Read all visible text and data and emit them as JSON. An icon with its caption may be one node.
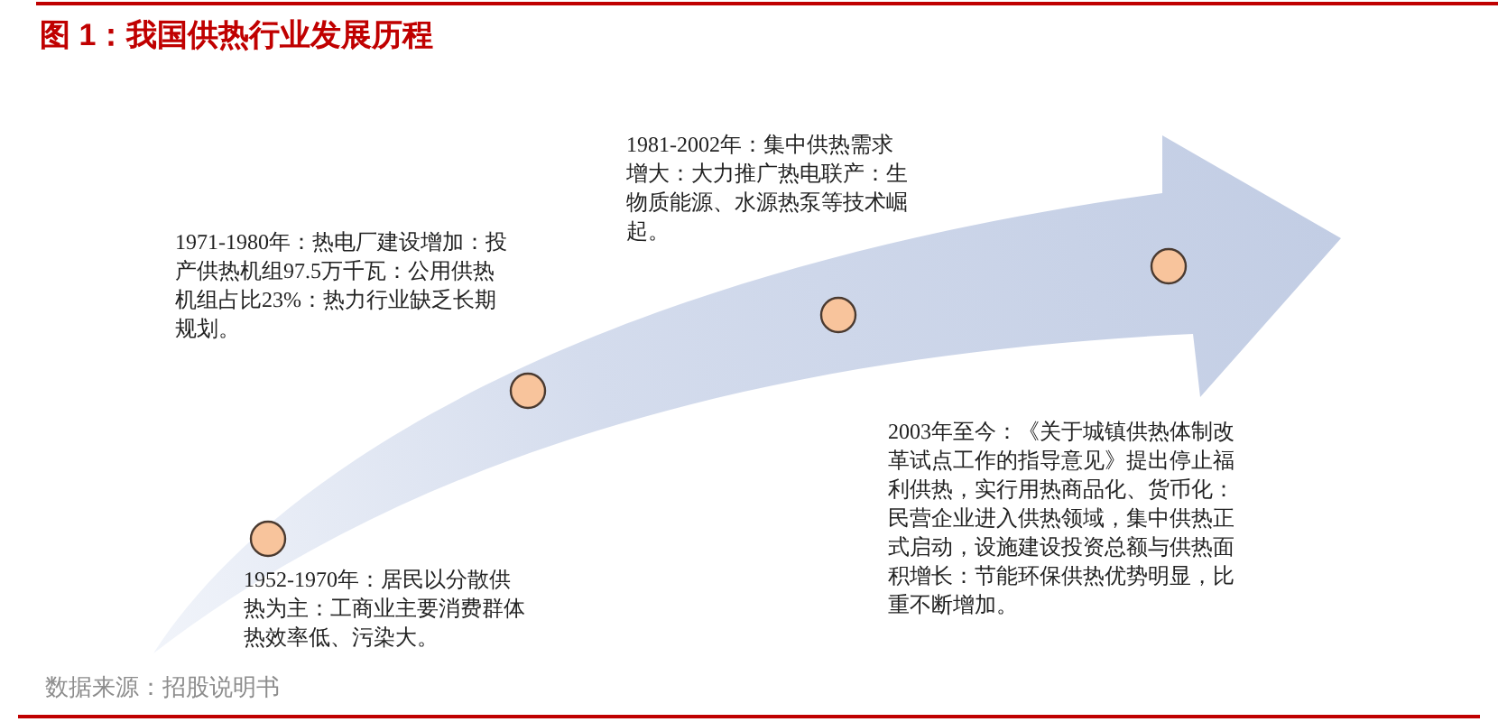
{
  "diagram": {
    "title": "图 1：我国供热行业发展历程",
    "caption": "数据来源：招股说明书",
    "nodes": [
      {
        "text": [],
        "shape": "circle",
        "beside": [
          "1952-1970年：居民以分散供热为主：工商业主要消费群体热效率低、污染大。"
        ]
      },
      {
        "text": [],
        "shape": "circle",
        "beside": [
          "1971-1980年：热电厂建设增加：投产供热机组97.5万千瓦：公用供热机组占比23%：热力行业缺乏长期规划。"
        ]
      },
      {
        "text": [],
        "shape": "circle",
        "beside": [
          "1981-2002年：集中供热需求增大：大力推广热电联产：生物质能源、水源热泵等技术崛起。"
        ]
      },
      {
        "text": [],
        "shape": "circle"
      }
    ],
    "labels": [
      "2003年至今：《关于城镇供热体制改革试点工作的指导意见》提出停止福利供热，实行用热商品化、货币化：民营企业进入供热领域，集中供热正式启动，设施建设投资总额与供热面积增长：节能环保供热优势明显，比重不断增加。"
    ]
  }
}
